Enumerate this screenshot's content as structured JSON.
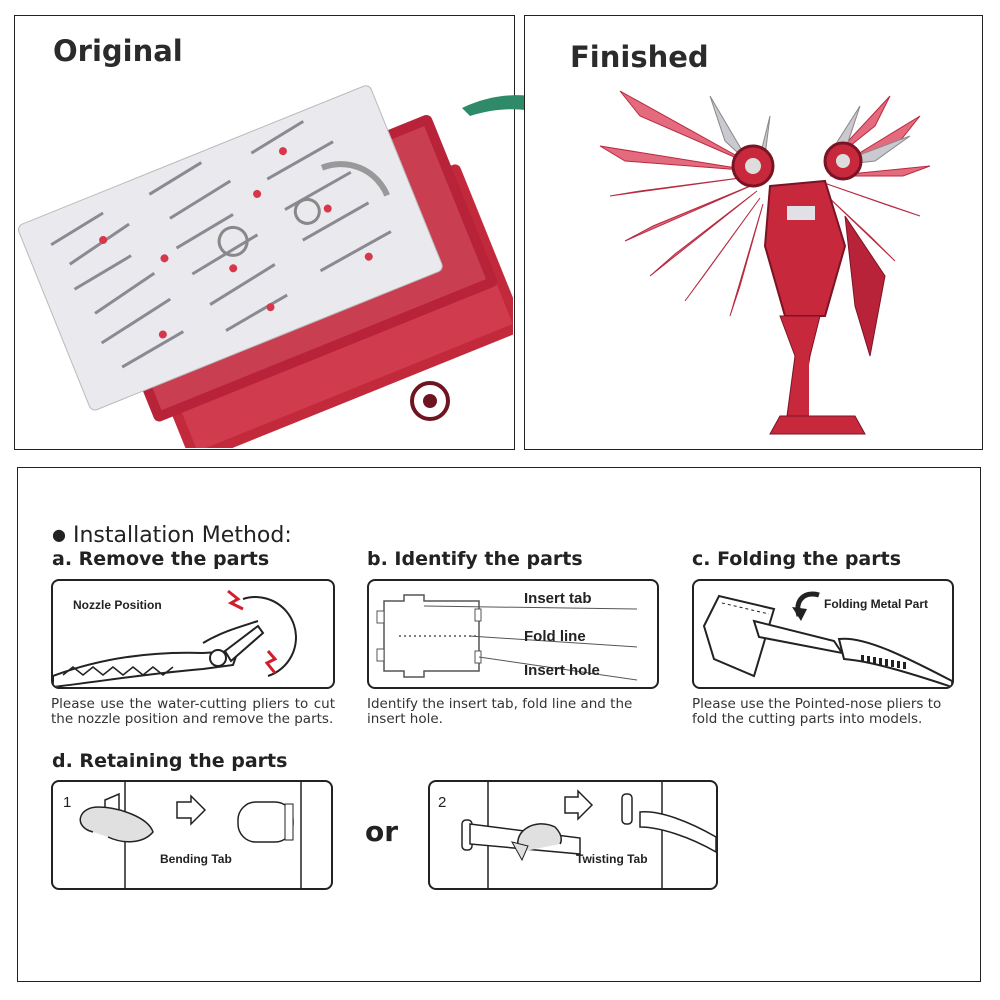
{
  "top": {
    "original_label": "Original",
    "finished_label": "Finished"
  },
  "instructions": {
    "heading": "Installation Method:",
    "step_a": {
      "title": "a. Remove the parts",
      "label": "Nozzle Position",
      "description": "Please use the water-cutting pliers to cut the nozzle position and remove the parts."
    },
    "step_b": {
      "title": "b. Identify the parts",
      "labels": [
        "Insert tab",
        "Fold line",
        "Insert hole"
      ],
      "description": "Identify the insert tab, fold line and the insert hole."
    },
    "step_c": {
      "title": "c. Folding the parts",
      "label": "Folding Metal Part",
      "description": "Please use the Pointed-nose pliers to fold the cutting parts into models."
    },
    "step_d": {
      "title": "d. Retaining the parts",
      "option1_number": "1",
      "option1_label": "Bending Tab",
      "or_label": "or",
      "option2_number": "2",
      "option2_label": "Twisting Tab"
    }
  },
  "colors": {
    "metal_red": "#c8283c",
    "metal_pink": "#e46b7d",
    "metal_silver": "#c9c9cf",
    "arrow_green": "#2f8a6a"
  }
}
